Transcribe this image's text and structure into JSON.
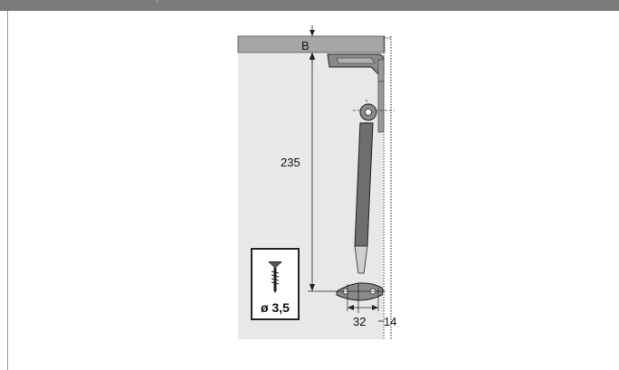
{
  "labels": {
    "gap": "B",
    "height": "235",
    "depth": "32",
    "panel": "14",
    "screw": "ø 3,5"
  },
  "colors": {
    "cabinet_fill": "#e8e8e8",
    "shelf": "#a6a6a6",
    "strut": "#6e6e6e",
    "line": "#222222"
  },
  "icons": [
    "screw-icon",
    "gas-strut",
    "mounting-bracket",
    "hinge-bracket"
  ]
}
